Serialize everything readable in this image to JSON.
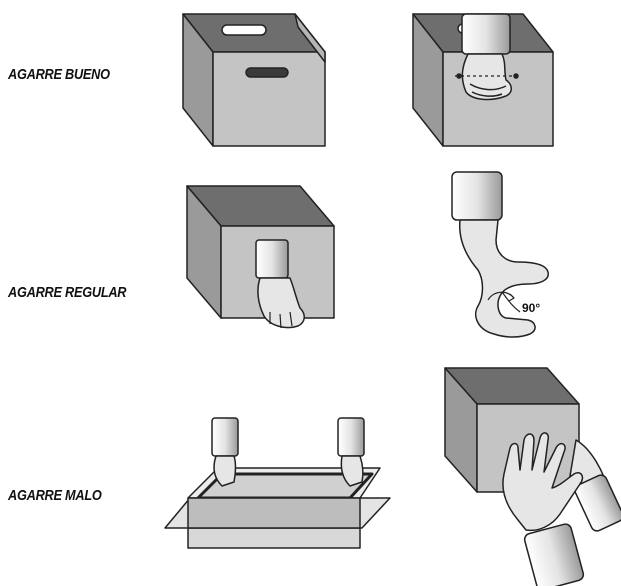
{
  "labels": {
    "good": "AGARRE BUENO",
    "regular": "AGARRE REGULAR",
    "bad": "AGARRE MALO"
  },
  "angle_label": "90°",
  "colors": {
    "box_front": "#c4c4c4",
    "box_side": "#9a9a9a",
    "box_inside": "#6e6e6e",
    "outline": "#222222",
    "hand": "#e6e6e6"
  }
}
